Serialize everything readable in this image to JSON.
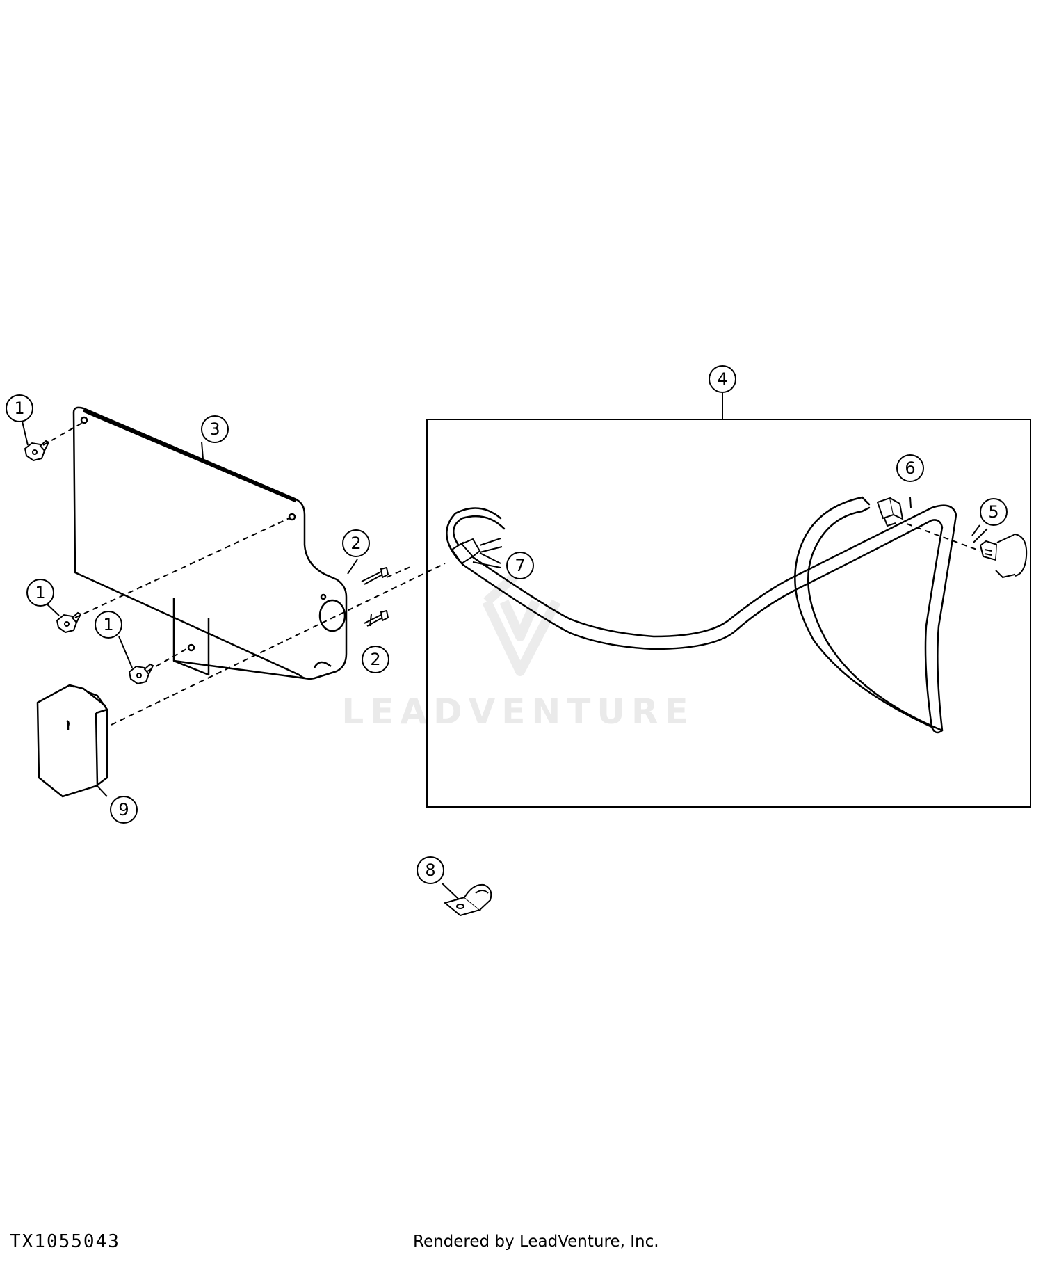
{
  "diagram": {
    "reference_id": "TX1055043",
    "credit": "Rendered by LeadVenture, Inc.",
    "watermark": "LEADVENTURE",
    "callouts": [
      {
        "id": "c1a",
        "label": "1"
      },
      {
        "id": "c1b",
        "label": "1"
      },
      {
        "id": "c1c",
        "label": "1"
      },
      {
        "id": "c2a",
        "label": "2"
      },
      {
        "id": "c2b",
        "label": "2"
      },
      {
        "id": "c3",
        "label": "3"
      },
      {
        "id": "c4",
        "label": "4"
      },
      {
        "id": "c5",
        "label": "5"
      },
      {
        "id": "c6",
        "label": "6"
      },
      {
        "id": "c7",
        "label": "7"
      },
      {
        "id": "c8",
        "label": "8"
      },
      {
        "id": "c9",
        "label": "9"
      }
    ]
  }
}
